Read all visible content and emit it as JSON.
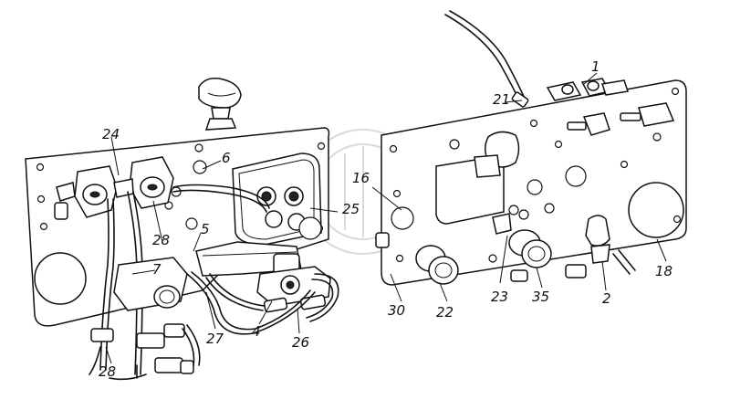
{
  "diagram": {
    "callouts": [
      {
        "id": "1",
        "text": "1"
      },
      {
        "id": "21",
        "text": "21"
      },
      {
        "id": "24",
        "text": "24"
      },
      {
        "id": "6",
        "text": "6"
      },
      {
        "id": "16",
        "text": "16"
      },
      {
        "id": "25",
        "text": "25"
      },
      {
        "id": "5",
        "text": "5"
      },
      {
        "id": "28a",
        "text": "28"
      },
      {
        "id": "7",
        "text": "7"
      },
      {
        "id": "27",
        "text": "27"
      },
      {
        "id": "4",
        "text": "4"
      },
      {
        "id": "26",
        "text": "26"
      },
      {
        "id": "28b",
        "text": "28"
      },
      {
        "id": "30",
        "text": "30"
      },
      {
        "id": "22",
        "text": "22"
      },
      {
        "id": "23",
        "text": "23"
      },
      {
        "id": "35",
        "text": "35"
      },
      {
        "id": "2",
        "text": "2"
      },
      {
        "id": "18",
        "text": "18"
      }
    ]
  }
}
